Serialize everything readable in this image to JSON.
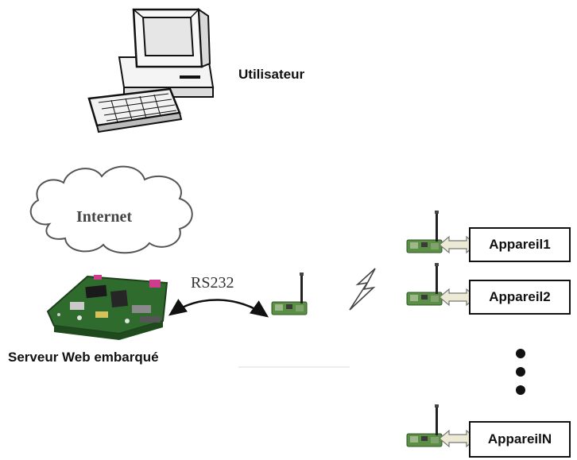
{
  "nodes": {
    "user_label": "Utilisateur",
    "internet_label": "Internet",
    "link_label": "RS232",
    "server_label": "Serveur Web embarqué"
  },
  "devices": [
    {
      "label": "Appareil1"
    },
    {
      "label": "Appareil2"
    },
    {
      "label": "AppareilN"
    }
  ],
  "icons": {
    "computer": "desktop-computer-icon",
    "cloud": "cloud-icon",
    "board": "embedded-board-icon",
    "module": "wireless-module-icon",
    "wireless": "lightning-bolt-icon",
    "arrow": "double-arrow-icon",
    "ellipsis": "vertical-dots-icon"
  },
  "colors": {
    "board_green": "#2e6b2a",
    "module_green": "#4f8a3c",
    "arrow_fill": "#ececd8",
    "line": "#111111"
  }
}
